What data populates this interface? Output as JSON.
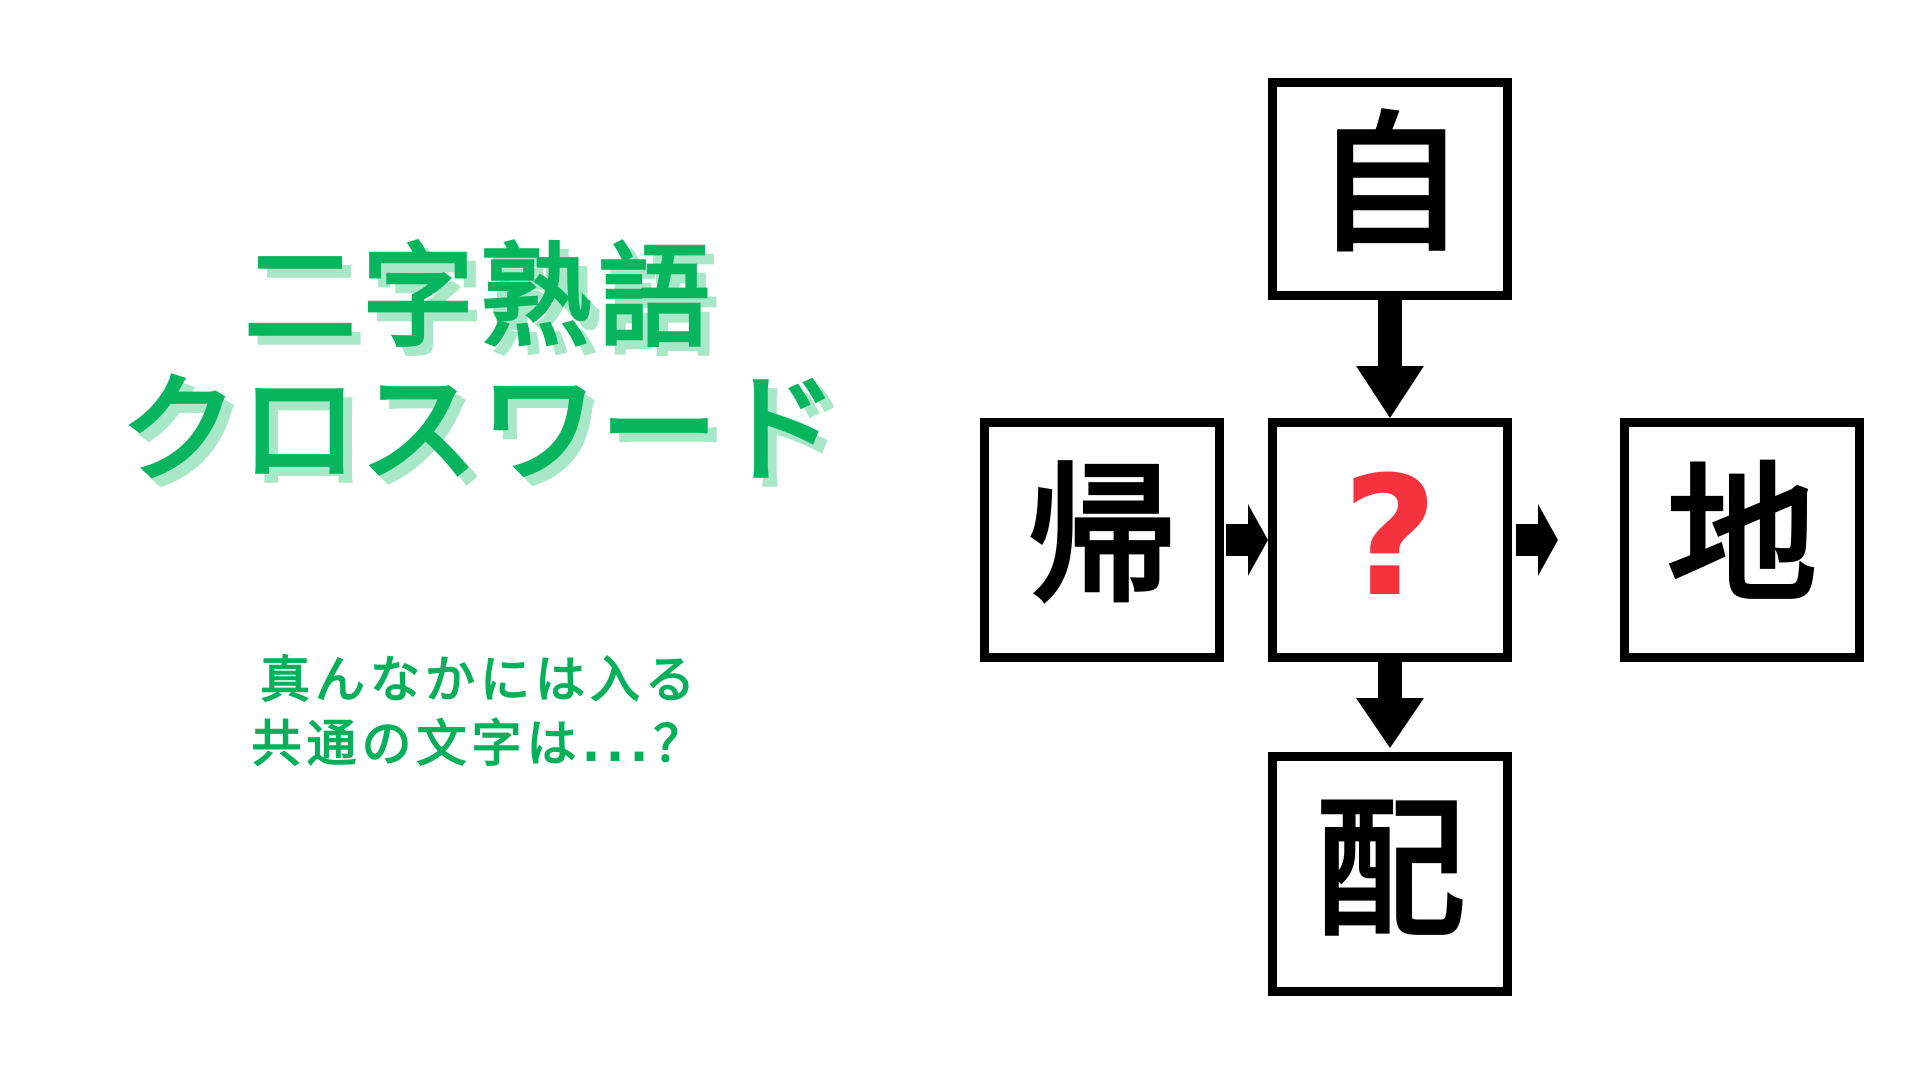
{
  "page": {
    "background_color": "#ffffff",
    "accent_green": "#07b55e",
    "shadow_green": "#a9e7c9",
    "answer_red": "#f5333e",
    "border_black": "#000000"
  },
  "title": {
    "line1": "二字熟語",
    "line2": "クロスワード"
  },
  "subtitle": {
    "line1": "真んなかには入る",
    "line2": "共通の文字は...？"
  },
  "puzzle": {
    "cells": [
      {
        "position": "top",
        "character": "自",
        "is_answer": false
      },
      {
        "position": "left",
        "character": "帰",
        "is_answer": false
      },
      {
        "position": "center",
        "character": "?",
        "is_answer": true
      },
      {
        "position": "right",
        "character": "地",
        "is_answer": false
      },
      {
        "position": "bottom",
        "character": "配",
        "is_answer": false
      }
    ],
    "arrows": [
      {
        "name": "arrow-top-to-center",
        "direction": "down"
      },
      {
        "name": "arrow-left-to-center",
        "direction": "right"
      },
      {
        "name": "arrow-center-to-right",
        "direction": "right"
      },
      {
        "name": "arrow-center-to-bottom",
        "direction": "down"
      }
    ]
  }
}
